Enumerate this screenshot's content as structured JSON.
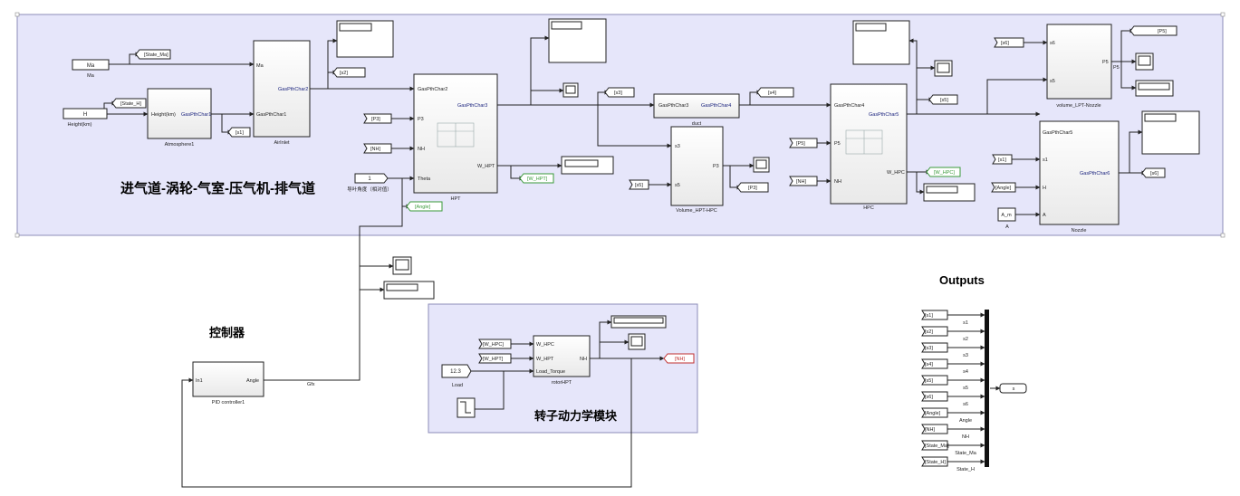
{
  "areas": {
    "engine_title": "进气道-涡轮-气室-压气机-排气道",
    "controller_title": "控制器",
    "rotor_title": "转子动力学模块",
    "outputs_title": "Outputs"
  },
  "blocks": {
    "ma": {
      "value": "Ma",
      "caption": "Ma"
    },
    "height": {
      "value": "H",
      "caption": "Height(km)"
    },
    "atmosphere": {
      "name": "Atmosphere1",
      "in1": "Height(km)",
      "out1": "GasPthChar1"
    },
    "airinlet": {
      "name": "AirInlet",
      "in1": "Ma",
      "in2": "GasPthChar1",
      "out1": "GasPthChar2"
    },
    "hpt": {
      "name": "HPT",
      "in1": "GasPthChar2",
      "in2": "P3",
      "in3": "NH",
      "in4": "Theta",
      "out1": "GasPthChar3",
      "out2": "W_HPT"
    },
    "duct": {
      "name": "duct",
      "in1": "GasPthChar3",
      "out1": "GasPthChar4"
    },
    "volume_hpt_hpc": {
      "name": "Volume_HPT-HPC",
      "in1": "s3",
      "in2": "s5",
      "out1": "P3"
    },
    "hpc": {
      "name": "HPC",
      "in1": "GasPthChar4",
      "in2": "P5",
      "in3": "NH",
      "out1": "GasPthChar5",
      "out2": "W_HPC"
    },
    "volume_lpt": {
      "name": "volume_LPT-Nozzle",
      "in1": "s6",
      "in2": "s5",
      "out1": "P5",
      "out_label": "P5"
    },
    "nozzle": {
      "name": "Nozzle",
      "in1": "GasPthChar5",
      "in2": "s1",
      "in3": "H",
      "in4": "A",
      "out1": "GasPthChar6"
    },
    "a_block": {
      "value": "A_m",
      "caption": "A"
    },
    "theta_const": {
      "value": "1",
      "caption": "导叶角度（相对值）"
    },
    "pid": {
      "name": "PID controller1",
      "in1": "In1",
      "out1": "Angle"
    },
    "gfx_label": "Gfx",
    "load": {
      "value": "12.3",
      "caption": "Load"
    },
    "rotor": {
      "name": "rotorHPT",
      "in1": "W_HPC",
      "in2": "W_HPT",
      "in3": "Load_Torque",
      "out1": "NH"
    },
    "mux_output": {
      "value": "s"
    }
  },
  "tags": {
    "state_ma": "[State_Ma]",
    "state_h": "[State_H]",
    "s1": "[s1]",
    "s2": "[s2]",
    "s3": "[s3]",
    "s4": "[s4]",
    "s5": "[s5]",
    "s6": "[s6]",
    "p3_goto": "[P3]",
    "p3_from": "[P3]",
    "nh_from_hpt": "[NH]",
    "nh_from_hpc": "[NH]",
    "w_hpt_goto": "[W_HPT]",
    "w_hpc_goto": "[W_HPC]",
    "angle_goto": "[Angle]",
    "p5_from": "[P5]",
    "p5_goto": "[P5]",
    "s6_from": "[s6]",
    "s5_from": "[s5]",
    "s1_from": "[s1]",
    "angle_from": "[Angle]",
    "w_hpc_from": "[W_HPC]",
    "w_hpt_from": "[W_HPT]",
    "nh_goto": "[NH]"
  },
  "outputs": {
    "inputs": [
      {
        "tag": "[s1]",
        "label": "s1"
      },
      {
        "tag": "[s2]",
        "label": "s2"
      },
      {
        "tag": "[s3]",
        "label": "s3"
      },
      {
        "tag": "[s4]",
        "label": "s4"
      },
      {
        "tag": "[s5]",
        "label": "s5"
      },
      {
        "tag": "[s6]",
        "label": "s6"
      },
      {
        "tag": "[Angle]",
        "label": "Angle"
      },
      {
        "tag": "[NH]",
        "label": "NH"
      },
      {
        "tag": "[State_Ma]",
        "label": "State_Ma"
      },
      {
        "tag": "[State_H]",
        "label": "State_H"
      }
    ]
  },
  "colors": {
    "area_fill": "#e6e6fa",
    "tag_green": "#3a9a3a",
    "tag_red": "#c03030",
    "port_blue": "#1a237e"
  }
}
